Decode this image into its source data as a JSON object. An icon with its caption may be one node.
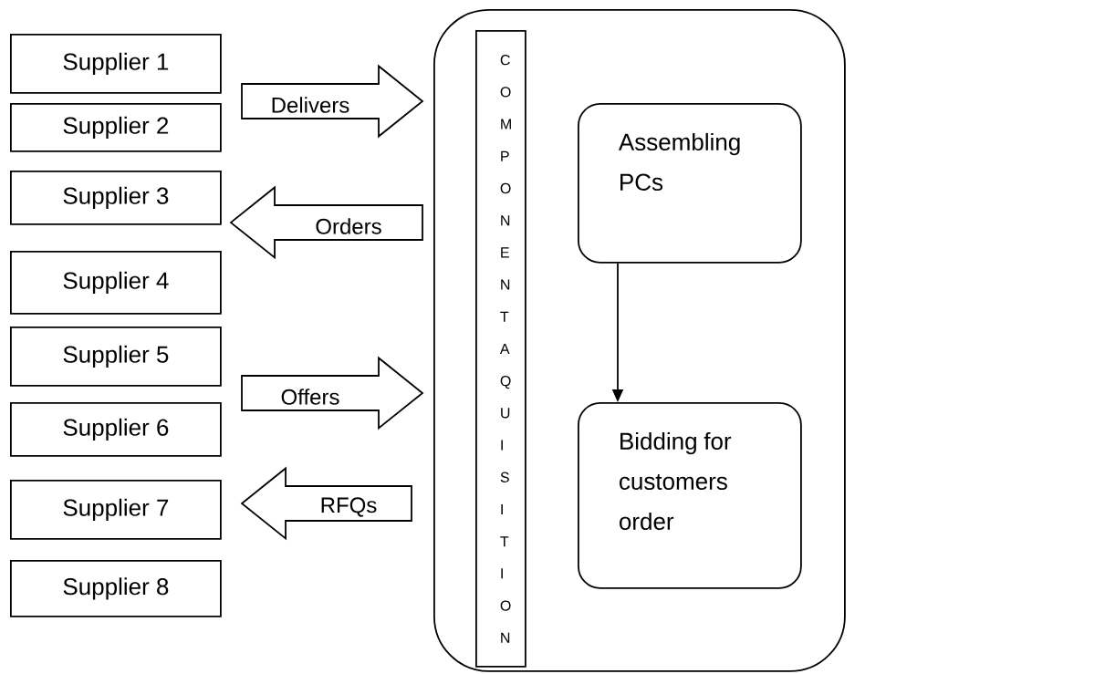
{
  "diagram": {
    "nodes": [
      {
        "text": [
          "Supplier 1"
        ]
      },
      {
        "text": [
          "Supplier 2"
        ]
      },
      {
        "text": [
          "Supplier 3"
        ]
      },
      {
        "text": [
          "Supplier 4"
        ]
      },
      {
        "text": [
          "Supplier 5"
        ]
      },
      {
        "text": [
          "Supplier 6"
        ]
      },
      {
        "text": [
          "Supplier 7"
        ]
      },
      {
        "text": [
          "Supplier 8"
        ]
      },
      {
        "text": [],
        "shape": "box"
      },
      {
        "text": [
          "COMPONENT AQUISITION"
        ],
        "in": 8
      },
      {
        "text": [
          "Assembling PCs"
        ],
        "in": 8
      },
      {
        "text": [
          "Bidding for customers order"
        ],
        "in": 8
      }
    ],
    "edges": [
      {
        "from": null,
        "to": 8,
        "arrow": "to",
        "label": "Delivers"
      },
      {
        "from": 8,
        "to": 2,
        "arrow": "to",
        "label": "Orders"
      },
      {
        "from": null,
        "to": 8,
        "arrow": "to",
        "label": "Offers"
      },
      {
        "from": 8,
        "to": 6,
        "arrow": "to",
        "label": "RFQs"
      },
      {
        "from": 10,
        "to": 11,
        "arrow": "to"
      }
    ]
  }
}
